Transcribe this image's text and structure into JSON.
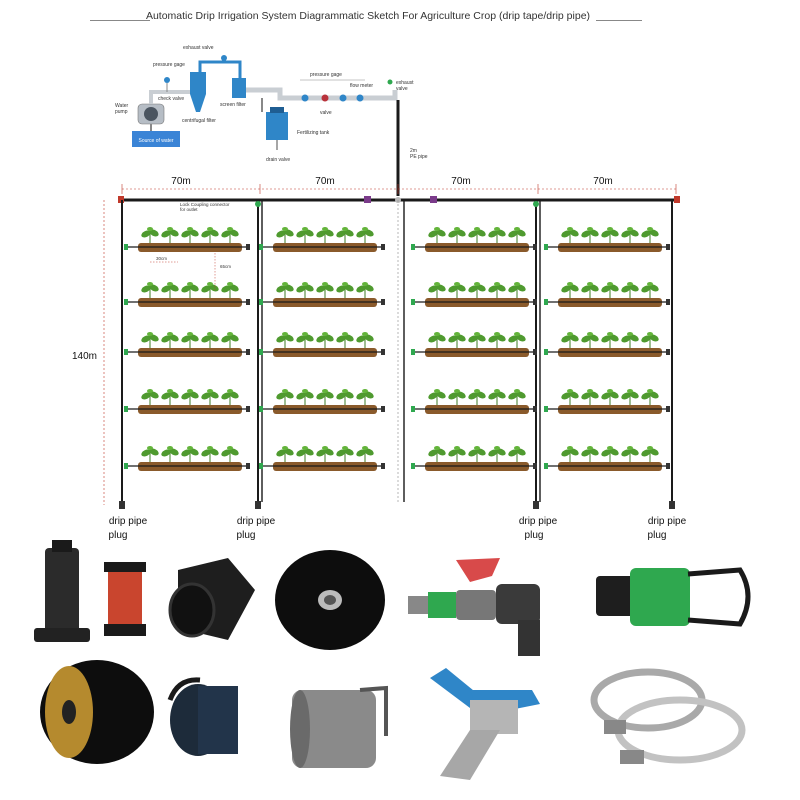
{
  "title": "Automatic Drip Irrigation System Diagrammatic Sketch For Agriculture Crop   (drip tape/drip pipe)",
  "header_labels": {
    "exhaust_valve_top": "exhaust valve",
    "pressure_gage_left": "pressure gage",
    "check_valve": "check valve",
    "water_pump": "Water\npump",
    "centrifugal_filter": "centrifugal filter",
    "screen_filter": "screen filter",
    "source_of_water": "Source of water",
    "fertilizing_tank": "Fertilizing tank",
    "drain_valve": "drain valve",
    "pressure_gage_right": "pressure gage",
    "valve": "valve",
    "flow_meter": "flow meter",
    "exhaust_valve_right": "exhaust\nvalve",
    "pe_pipe": "2m\nPE pipe"
  },
  "dimensions": {
    "width_sections": [
      "70m",
      "70m",
      "70m",
      "70m"
    ],
    "height": "140m",
    "plant_spacing": "30cm",
    "row_spacing": "65cm",
    "lock_note": "Lock Coupling connector\nfor outlet"
  },
  "plugs": [
    {
      "line1": "drip pipe",
      "line2": "plug"
    },
    {
      "line1": "drip pipe",
      "line2": "plug"
    },
    {
      "line1": "drip pipe",
      "line2": "plug"
    },
    {
      "line1": "drip pipe",
      "line2": "plug"
    }
  ],
  "products": [
    "disc-filter",
    "pipe-adapter",
    "drip-tape-roll",
    "mini-valve",
    "lock-coupling-connector",
    "drip-tape-roll-small",
    "end-plug",
    "grey-end-plug",
    "hole-punch-tool",
    "hose-clamps"
  ],
  "colors": {
    "pipe": "#1a1a1a",
    "soil": "#8a5a2b",
    "leaf": "#4f9a2f",
    "valve_blue": "#2f86c8",
    "connector_green": "#2fa84f",
    "red_dash": "#c0392b"
  }
}
